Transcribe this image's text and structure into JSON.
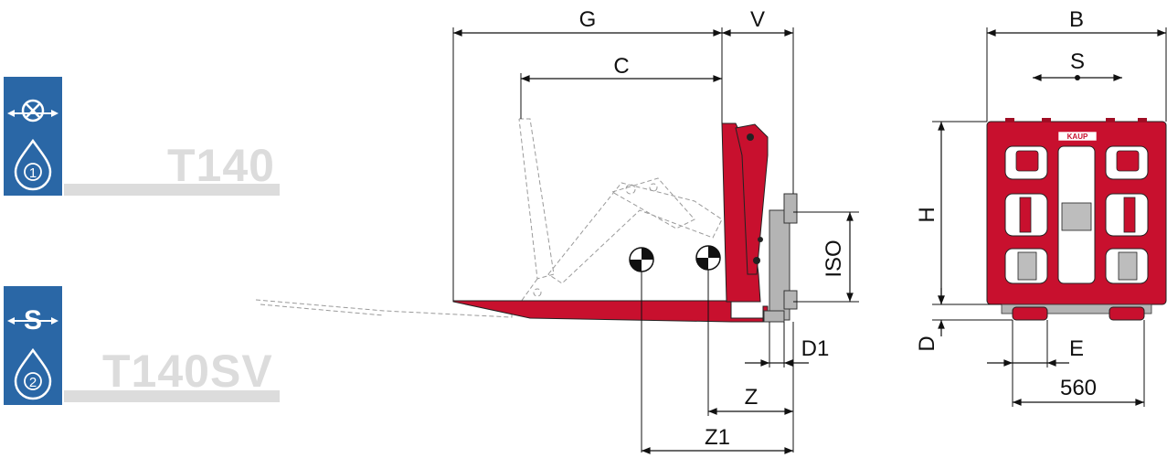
{
  "models": [
    {
      "name": "T140",
      "icon": "rotation-x-icon",
      "drop_number": "1"
    },
    {
      "name": "T140SV",
      "icon": "side-shift-icon",
      "drop_number": "2"
    }
  ],
  "brand": "KAUP",
  "dimensions": {
    "G": "G",
    "V": "V",
    "C": "C",
    "B": "B",
    "S": "S",
    "H": "H",
    "ISO": "ISO",
    "D": "D",
    "D1": "D1",
    "E": "E",
    "Z": "Z",
    "Z1": "Z1",
    "width_560": "560"
  },
  "colors": {
    "badge_blue": "#2a67a6",
    "frame_red": "#c8102e",
    "model_gray": "#dcdcdc"
  }
}
